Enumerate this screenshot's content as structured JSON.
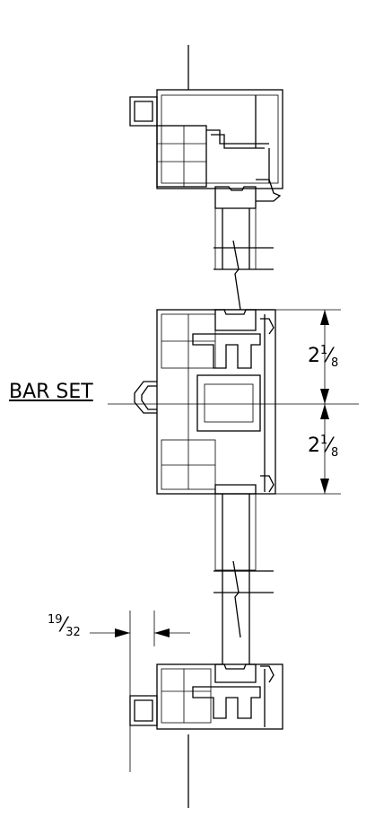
{
  "labels": {
    "bar_set": "BAR SET"
  },
  "dimensions": {
    "upper": {
      "whole": "2",
      "num": "1",
      "den": "8"
    },
    "lower": {
      "whole": "2",
      "num": "1",
      "den": "8"
    },
    "offset": {
      "num": "19",
      "den": "32"
    }
  }
}
